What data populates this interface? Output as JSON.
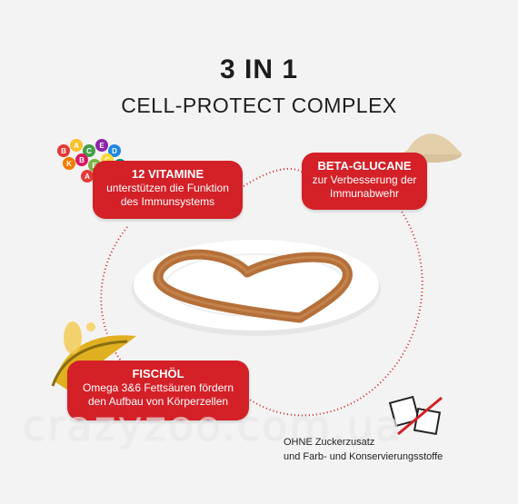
{
  "title": {
    "main": "3 IN 1",
    "sub": "CELL-PROTECT COMPLEX"
  },
  "vitamins": {
    "heading": "12 VITAMINE",
    "line1": "unterstützen die Funktion",
    "line2": "des Immunsystems",
    "letters": [
      "B",
      "A",
      "C",
      "E",
      "D",
      "K",
      "B",
      "E",
      "C",
      "B",
      "A",
      "E"
    ]
  },
  "beta": {
    "heading": "BETA-GLUCANE",
    "line1": "zur Verbesserung der",
    "line2": "Immunabwehr"
  },
  "fish": {
    "heading": "FISCHÖL",
    "line1": "Omega 3&6 Fettsäuren fördern",
    "line2": "den Aufbau von Körperzellen"
  },
  "note": {
    "line1": "OHNE Zuckerzusatz",
    "line2": "und Farb- und Konservierungsstoffe"
  },
  "watermark": "crazyzoo.com.ua",
  "colors": {
    "accent": "#d42027",
    "heart": "#b5703a",
    "plate": "#ffffff"
  },
  "icons": [
    "vitamin-molecules-icon",
    "powder-pile-icon",
    "fish-oil-icon",
    "no-sugar-cubes-icon"
  ]
}
